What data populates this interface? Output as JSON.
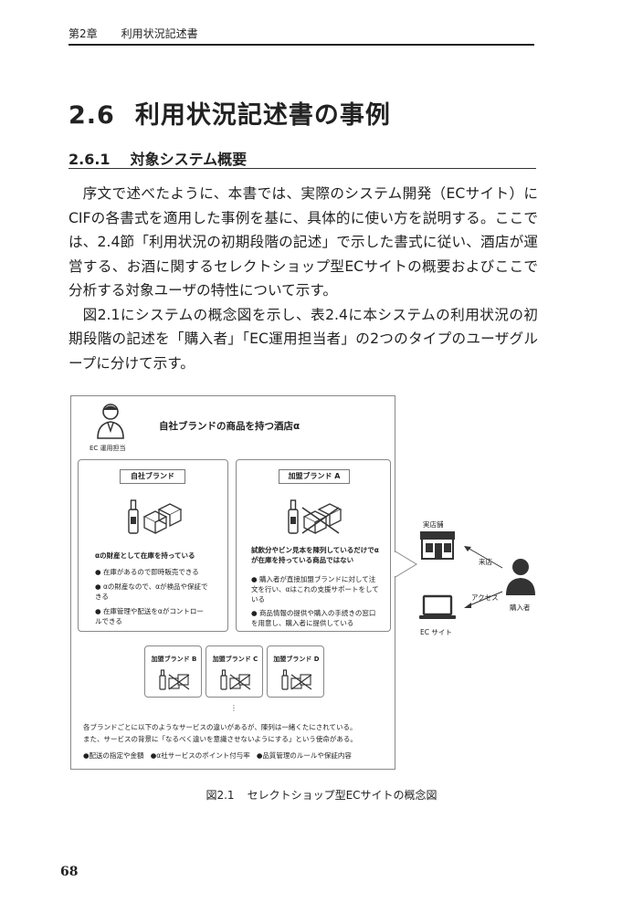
{
  "header": {
    "chapter": "第2章",
    "title": "利用状況記述書"
  },
  "section": {
    "number": "2.6",
    "title": "利用状況記述書の事例"
  },
  "subsection": {
    "number": "2.6.1",
    "title": "対象システム概要"
  },
  "body": {
    "paragraphs": [
      "序文で述べたように、本書では、実際のシステム開発（ECサイト）にCIFの各書式を適用した事例を基に、具体的に使い方を説明する。ここでは、2.4節「利用状況の初期段階の記述」で示した書式に従い、酒店が運営する、お酒に関するセレクトショップ型ECサイトの概要およびここで分析する対象ユーザの特性について示す。",
      "図2.1にシステムの概念図を示し、表2.4に本システムの利用状況の初期段階の記述を「購入者」「EC運用担当者」の2つのタイプのユーザグループに分けて示す。"
    ]
  },
  "figure": {
    "ec_operator_label": "EC 運用担当",
    "store_title": "自社ブランドの商品を持つ酒店α",
    "own_brand": {
      "label": "自社ブランド",
      "heading": "αの財産として在庫を持っている",
      "bullets": [
        "在庫があるので即時販売できる",
        "αの財産なので、αが検品や保証できる",
        "在庫管理や配送をαがコントロールできる"
      ]
    },
    "affiliate_a": {
      "label": "加盟ブランド A",
      "heading": "試飲分やビン見本を陳列しているだけでαが在庫を持っている商品ではない",
      "bullets": [
        "購入者が直接加盟ブランドに対して注文を行い、αはこれの支援サポートをしている",
        "商品情報の提供や購入の手続きの窓口を用意し、購入者に提供している"
      ]
    },
    "affiliates_small": [
      "加盟ブランド B",
      "加盟ブランド C",
      "加盟ブランド D"
    ],
    "ellipsis": "⋮",
    "note_lines": [
      "各ブランドごとに以下のようなサービスの違いがあるが、陳列は一緒くたにされている。",
      "また、サービスの背景に「なるべく違いを意識させないようにする」という使命がある。"
    ],
    "service_items": [
      "●配送の指定や金額",
      "●α社サービスのポイント付与率",
      "●品質管理のルールや保証内容"
    ],
    "right": {
      "store_label": "実店舗",
      "visit_label": "来店",
      "access_label": "アクセス",
      "buyer_label": "購入者",
      "ec_label": "EC サイト"
    }
  },
  "caption": {
    "number": "図2.1",
    "title": "セレクトショップ型ECサイトの概念図"
  },
  "page_number": "68"
}
